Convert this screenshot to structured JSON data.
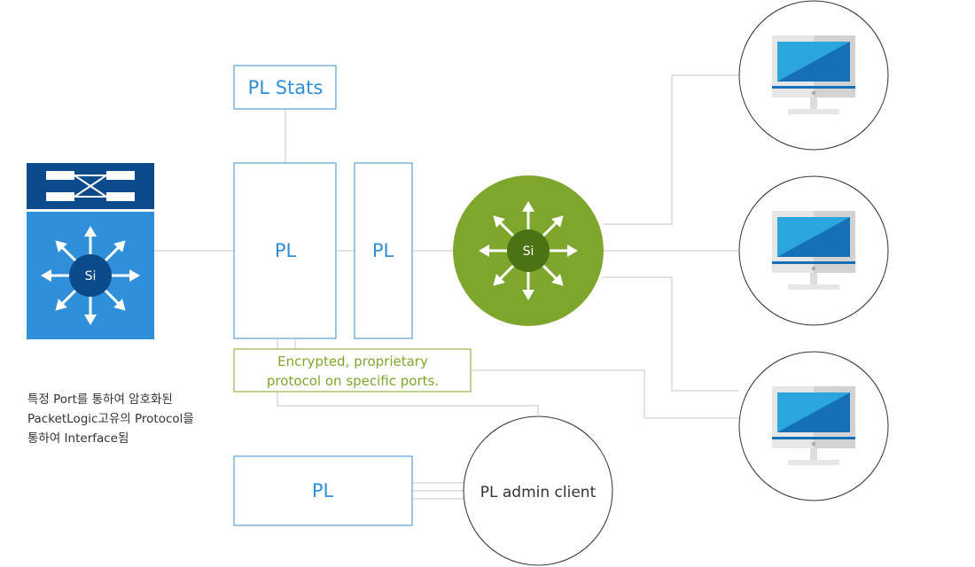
{
  "colors": {
    "accent_blue": "#2f8fd8",
    "box_stroke": "#3a8dcc",
    "dark_blue": "#0b4a8b",
    "router_green": "#7ea62d",
    "router_dark_green": "#4a7414",
    "line_gray": "#c6c6c6",
    "callout_green": "#7ea62d",
    "monitor_screen_light": "#2ba6dc",
    "monitor_screen_dark": "#1670b7",
    "monitor_body": "#d6d6d6"
  },
  "icons": {
    "core_switch": "layer3-switch-icon",
    "router": "router-icon",
    "monitor": "computer-monitor-icon"
  },
  "labels": {
    "pl_stats": "PL Stats",
    "pl_main": "PL",
    "pl_second": "PL",
    "pl_bottom": "PL",
    "admin_client": "PL admin client",
    "switch_si": "Si",
    "router_si": "Si",
    "callout_line1": "Encrypted, proprietary",
    "callout_line2": "protocol on specific ports."
  },
  "note_lines": [
    "특정 Port를 통하여 암호화된",
    "PacketLogic고유의 Protocol을",
    "통하여 Interface됨"
  ]
}
